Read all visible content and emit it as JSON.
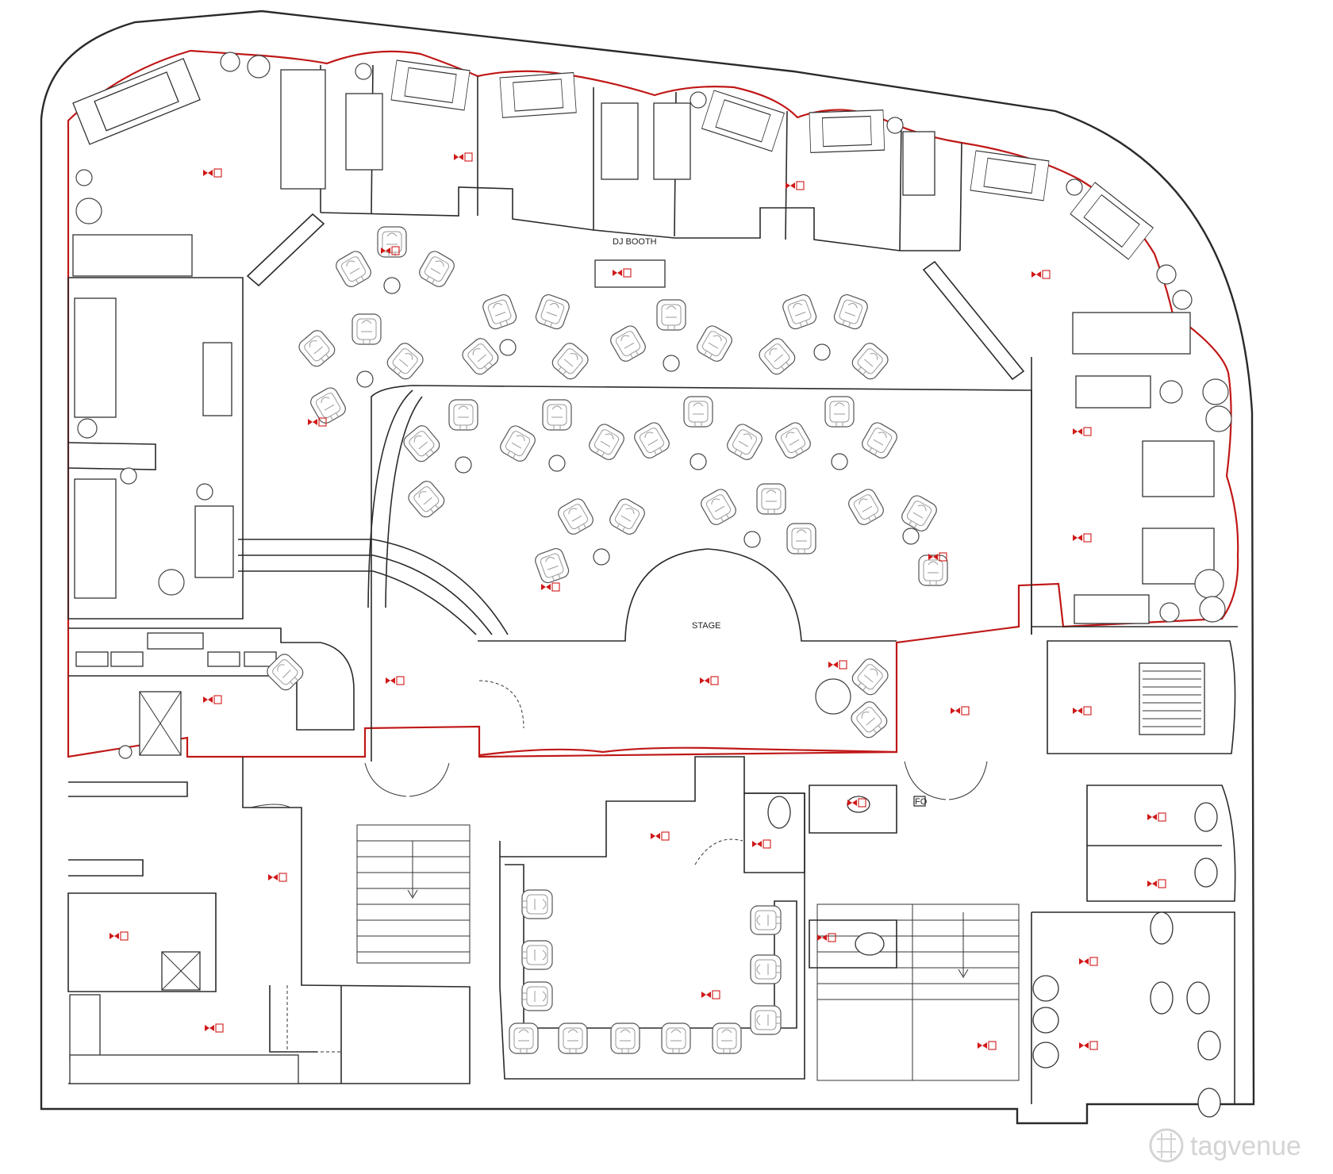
{
  "labels": {
    "dj_booth": "DJ BOOTH",
    "stage": "STAGE"
  },
  "watermark": "tagvenue",
  "colors": {
    "accent": "#c01818",
    "line": "#2a2a2a",
    "watermark": "#d4d4d4"
  },
  "icons": [
    "fire-extinguisher-icon",
    "bowtie-marker-icon",
    "watermark-logo-icon"
  ]
}
